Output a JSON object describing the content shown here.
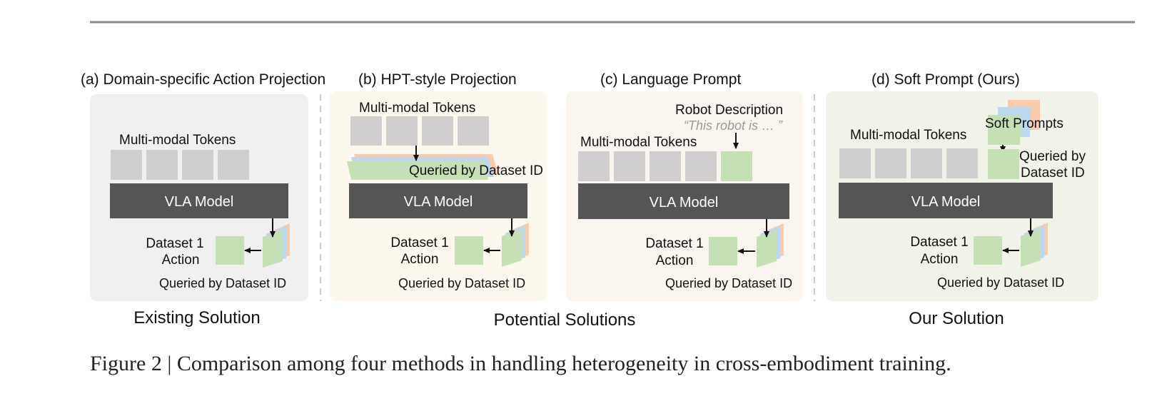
{
  "panels": {
    "a": {
      "title": "(a) Domain-specific Action Projection",
      "tokens_label": "Multi-modal Tokens",
      "model_label": "VLA Model",
      "action_label_line1": "Dataset 1",
      "action_label_line2": "Action",
      "queried_label": "Queried by Dataset ID"
    },
    "b": {
      "title": "(b) HPT-style Projection",
      "tokens_label": "Multi-modal Tokens",
      "projection_label": "Queried by Dataset ID",
      "model_label": "VLA Model",
      "action_label_line1": "Dataset 1",
      "action_label_line2": "Action",
      "queried_label": "Queried by Dataset ID"
    },
    "c": {
      "title": "(c) Language Prompt",
      "robot_desc_label": "Robot Description",
      "robot_desc_quote": "“This robot is … ”",
      "tokens_label": "Multi-modal Tokens",
      "model_label": "VLA Model",
      "action_label_line1": "Dataset 1",
      "action_label_line2": "Action",
      "queried_label": "Queried by Dataset ID"
    },
    "d": {
      "title": "(d) Soft Prompt (Ours)",
      "soft_prompts_label": "Soft Prompts",
      "tokens_label": "Multi-modal Tokens",
      "prompt_query_line1": "Queried by",
      "prompt_query_line2": "Dataset ID",
      "model_label": "VLA Model",
      "action_label_line1": "Dataset 1",
      "action_label_line2": "Action",
      "queried_label": "Queried by Dataset ID"
    }
  },
  "groups": {
    "existing": "Existing Solution",
    "potential": "Potential Solutions",
    "ours": "Our Solution"
  },
  "caption": "Figure 2 | Comparison among four methods in handling heterogeneity in cross-embodiment training.",
  "colors": {
    "panel_a_bg": "#f0f0f0",
    "panel_b_bg": "#fdf8ee",
    "panel_c_bg": "#fbf5ef",
    "panel_d_bg": "#f1f3e8",
    "token_gray": "#d0cece",
    "model_dark": "#555555",
    "green": "#c5e0b4",
    "blue": "#bdd7ee",
    "orange": "#f8cbad",
    "quote_gray": "#9a9a9a"
  }
}
